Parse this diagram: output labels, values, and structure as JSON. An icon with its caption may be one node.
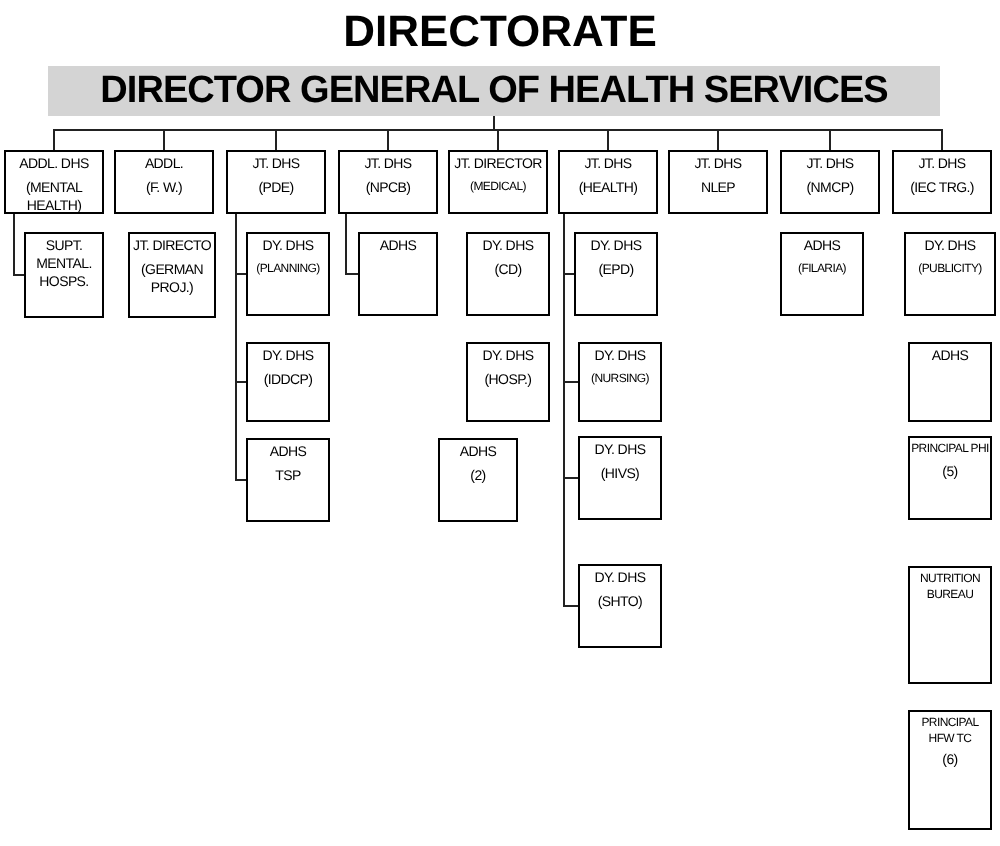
{
  "diagram": {
    "title": "DIRECTORATE",
    "nodes": [
      {
        "text": [
          "DIRECTOR GENERAL OF HEALTH SERVICES"
        ]
      },
      {
        "text": [
          "ADDL. DHS",
          "(MENTAL HEALTH)"
        ]
      },
      {
        "text": [
          "ADDL.",
          "(F. W.)"
        ]
      },
      {
        "text": [
          "JT. DHS",
          "(PDE)"
        ]
      },
      {
        "text": [
          "JT. DHS",
          "(NPCB)"
        ]
      },
      {
        "text": [
          "JT. DIRECTOR",
          "(MEDICAL)"
        ]
      },
      {
        "text": [
          "JT. DHS",
          "(HEALTH)"
        ]
      },
      {
        "text": [
          "JT. DHS",
          "NLEP"
        ]
      },
      {
        "text": [
          "JT. DHS",
          "(NMCP)"
        ]
      },
      {
        "text": [
          "JT. DHS",
          "(IEC TRG.)"
        ]
      },
      {
        "text": [
          "SUPT. MENTAL. HOSPS."
        ]
      },
      {
        "text": [
          "JT. DIRECTO",
          "(GERMAN PROJ.)"
        ]
      },
      {
        "text": [
          "DY. DHS",
          "(PLANNING)"
        ]
      },
      {
        "text": [
          "DY. DHS",
          "(IDDCP)"
        ]
      },
      {
        "text": [
          "ADHS",
          "TSP"
        ]
      },
      {
        "text": [
          "ADHS"
        ]
      },
      {
        "text": [
          "DY. DHS",
          "(CD)"
        ]
      },
      {
        "text": [
          "DY. DHS",
          "(HOSP.)"
        ]
      },
      {
        "text": [
          "ADHS",
          "(2)"
        ]
      },
      {
        "text": [
          "DY. DHS",
          "(EPD)"
        ]
      },
      {
        "text": [
          "DY. DHS",
          "(NURSING)"
        ]
      },
      {
        "text": [
          "DY. DHS",
          "(HIVS)"
        ]
      },
      {
        "text": [
          "DY. DHS",
          "(SHTO)"
        ]
      },
      {
        "text": [
          "ADHS",
          "(FILARIA)"
        ]
      },
      {
        "text": [
          "DY. DHS",
          "(PUBLICITY)"
        ]
      },
      {
        "text": [
          "ADHS"
        ]
      },
      {
        "text": [
          "PRINCIPAL PHI",
          "(5)"
        ]
      },
      {
        "text": [
          "NUTRITION BUREAU"
        ]
      },
      {
        "text": [
          "PRINCIPAL HFW TC",
          "(6)"
        ]
      }
    ],
    "edges": [
      {
        "from": 0,
        "to": 1,
        "arrow": "none"
      },
      {
        "from": 0,
        "to": 2,
        "arrow": "none"
      },
      {
        "from": 0,
        "to": 3,
        "arrow": "none"
      },
      {
        "from": 0,
        "to": 4,
        "arrow": "none"
      },
      {
        "from": 0,
        "to": 5,
        "arrow": "none"
      },
      {
        "from": 0,
        "to": 6,
        "arrow": "none"
      },
      {
        "from": 0,
        "to": 7,
        "arrow": "none"
      },
      {
        "from": 0,
        "to": 8,
        "arrow": "none"
      },
      {
        "from": 0,
        "to": 9,
        "arrow": "none"
      },
      {
        "from": 1,
        "to": 10,
        "arrow": "none"
      },
      {
        "from": 3,
        "to": 12,
        "arrow": "none"
      },
      {
        "from": 3,
        "to": 13,
        "arrow": "none"
      },
      {
        "from": 3,
        "to": 14,
        "arrow": "none"
      },
      {
        "from": 4,
        "to": 15,
        "arrow": "none"
      },
      {
        "from": 6,
        "to": 19,
        "arrow": "none"
      },
      {
        "from": 6,
        "to": 20,
        "arrow": "none"
      },
      {
        "from": 6,
        "to": 21,
        "arrow": "none"
      },
      {
        "from": 6,
        "to": 22,
        "arrow": "none"
      }
    ]
  }
}
